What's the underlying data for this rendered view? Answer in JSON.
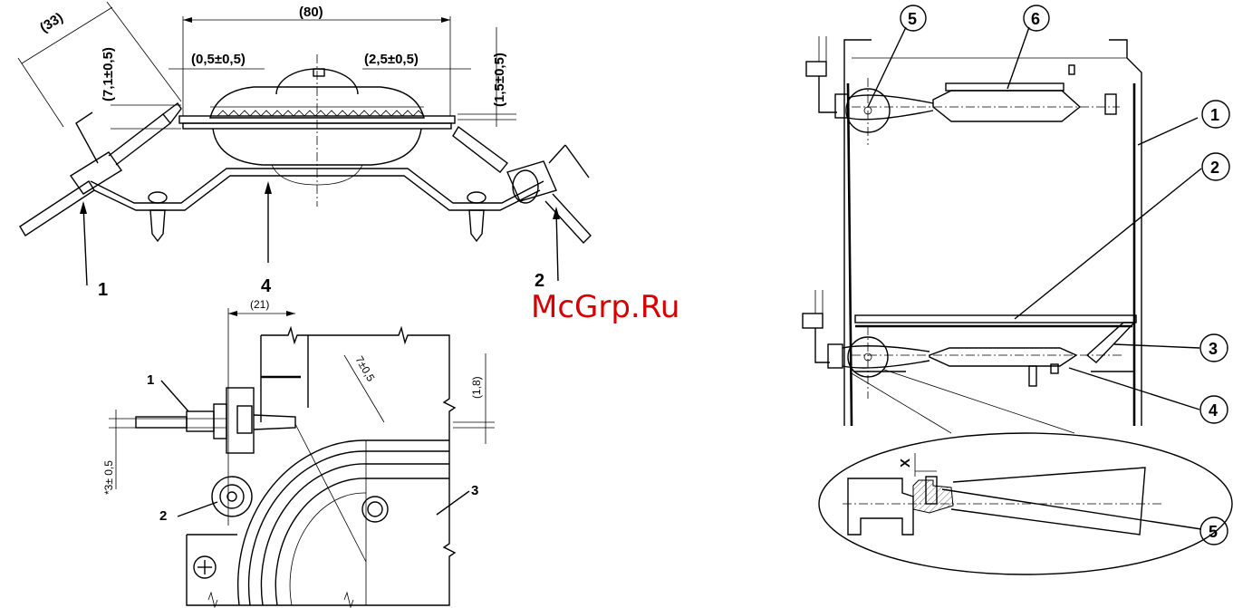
{
  "watermark": "McGrp.Ru",
  "top_diagram": {
    "dims": {
      "d33": "(33)",
      "d80": "(80)",
      "d71": "(7,1±0,5)",
      "d05": "(0,5±0,5)",
      "d25": "(2,5±0,5)",
      "d15": "(1,5±0,5)"
    },
    "labels": {
      "l1": "1",
      "l4": "4",
      "l2": "2"
    }
  },
  "bottom_diagram": {
    "dims": {
      "d21": "(21)",
      "d7": "7±0,5",
      "d18": "(1,8)",
      "d3": "*3± 0,5"
    },
    "labels": {
      "l1": "1",
      "l2": "2",
      "l3": "3"
    }
  },
  "right_diagram": {
    "callouts": {
      "c1": "1",
      "c2": "2",
      "c3": "3",
      "c4": "4",
      "c5a": "5",
      "c5b": "5",
      "c6": "6"
    },
    "x_label": "X"
  }
}
